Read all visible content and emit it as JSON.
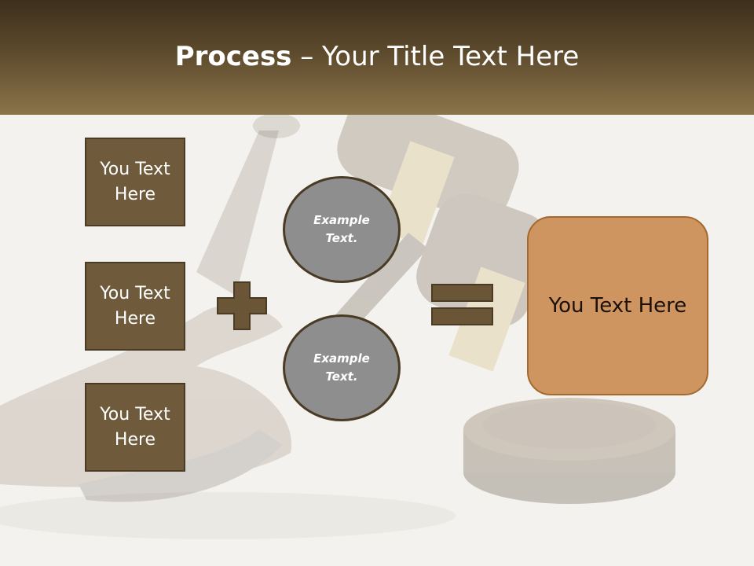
{
  "slide": {
    "title_bold": "Process",
    "title_rest": " – Your Title Text Here"
  },
  "inputs": [
    {
      "label": "You Text Here"
    },
    {
      "label": "You Text Here"
    },
    {
      "label": "You Text Here"
    }
  ],
  "circles": [
    {
      "label": "Example Text."
    },
    {
      "label": "Example Text."
    }
  ],
  "result": {
    "label": "You Text Here"
  },
  "colors": {
    "header_dark": "#3c2f1c",
    "header_light": "#8a7449",
    "box_fill": "#6f5b3c",
    "circle_fill": "#8e8e8e",
    "result_fill": "#cf9560",
    "operator_fill": "#6a5536"
  }
}
